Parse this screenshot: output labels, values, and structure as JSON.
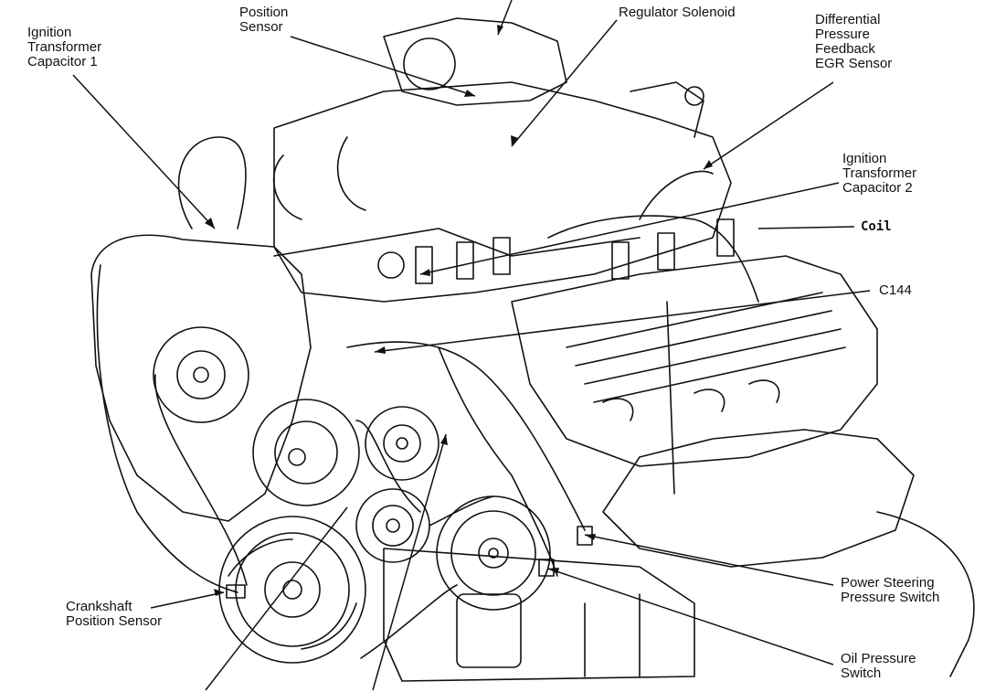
{
  "labels": {
    "ignition_capacitor_1": "Ignition\nTransformer\nCapacitor 1",
    "position_sensor": "Position\nSensor",
    "regulator_solenoid": "Regulator Solenoid",
    "dpfe_sensor": "Differential\nPressure\nFeedback\nEGR Sensor",
    "ignition_capacitor_2": "Ignition\nTransformer\nCapacitor 2",
    "coil": "Coil",
    "c144": "C144",
    "power_steering_switch": "Power Steering\nPressure Switch",
    "oil_pressure_switch": "Oil Pressure\nSwitch",
    "crankshaft_sensor": "Crankshaft\nPosition Sensor"
  },
  "colors": {
    "ink": "#111111",
    "paper": "#ffffff"
  }
}
